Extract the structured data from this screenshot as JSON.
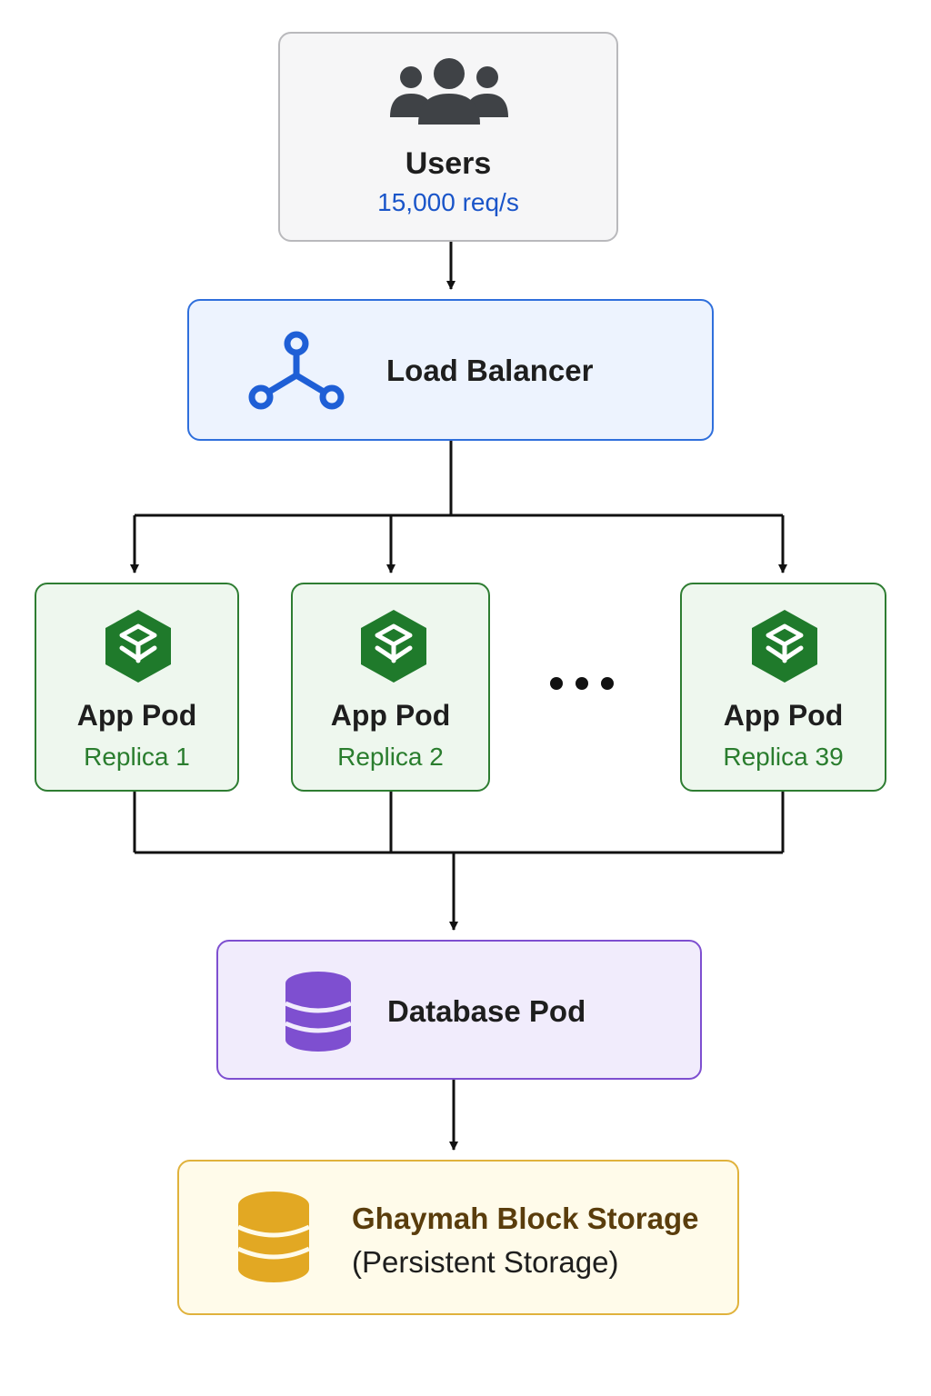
{
  "users": {
    "title": "Users",
    "rate": "15,000 req/s",
    "icon": "users-group-icon"
  },
  "load_balancer": {
    "label": "Load Balancer",
    "icon": "load-balancer-share-icon"
  },
  "pods": [
    {
      "title": "App Pod",
      "replica": "Replica 1",
      "icon": "cube-hexagon-icon"
    },
    {
      "title": "App Pod",
      "replica": "Replica 2",
      "icon": "cube-hexagon-icon"
    },
    {
      "title": "App Pod",
      "replica": "Replica 39",
      "icon": "cube-hexagon-icon"
    }
  ],
  "ellipsis_icon": "ellipsis-icon",
  "database": {
    "label": "Database Pod",
    "icon": "database-icon"
  },
  "storage": {
    "title": "Ghaymah Block Storage",
    "subtitle": "(Persistent Storage)",
    "icon": "storage-database-icon"
  },
  "colors": {
    "users_border": "#b9b9bc",
    "users_accent": "#1a55c9",
    "lb_accent": "#1f5fd6",
    "pod_accent": "#1f7a2b",
    "db_accent": "#7e4fd0",
    "storage_accent": "#e2a823",
    "connector": "#111111"
  }
}
